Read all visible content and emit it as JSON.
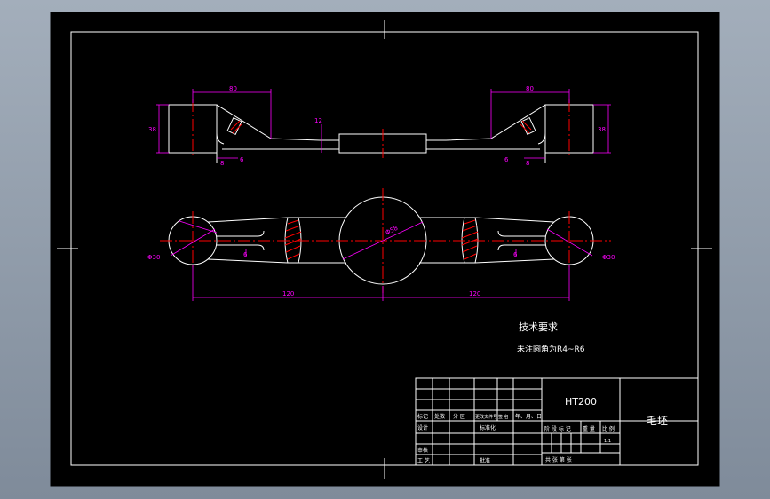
{
  "colors": {
    "workspace": "#8e9aa9",
    "paper": "#000000",
    "outline": "#ffffff",
    "dimension": "#ff00ff",
    "centerline": "#ff0000",
    "hatch": "#ff0000",
    "green": "#00ff00"
  },
  "dimensions": {
    "top_left_width": "80",
    "top_left_height": "38",
    "top_right_width": "80",
    "top_right_height": "38",
    "shaft_dia": "12",
    "small_left_a": "8",
    "small_left_b": "6",
    "small_right_a": "6",
    "small_right_b": "8",
    "plan_left_dia": "Φ30",
    "plan_right_dia": "Φ30",
    "plan_center_dia": "Φ58",
    "plan_left_6": "6",
    "plan_right_6": "6",
    "span_left": "120",
    "span_right": "120"
  },
  "notes": {
    "title": "技术要求",
    "line1": "未注圆角为R4~R6"
  },
  "title_block": {
    "material": "HT200",
    "part_name": "毛坯",
    "marker": "标记",
    "count": "处数",
    "zone": "分 区",
    "change_doc": "更改文件号",
    "signature": "签 名",
    "date": "年、月、日",
    "design": "设计",
    "standardize": "标准化",
    "stage_mark": "阶 段 标 记",
    "weight": "重 量",
    "scale": "比 例",
    "scale_value": "1:1",
    "review": "审核",
    "process": "工 艺",
    "approve": "批准",
    "sheets": "共    张  第    张"
  }
}
